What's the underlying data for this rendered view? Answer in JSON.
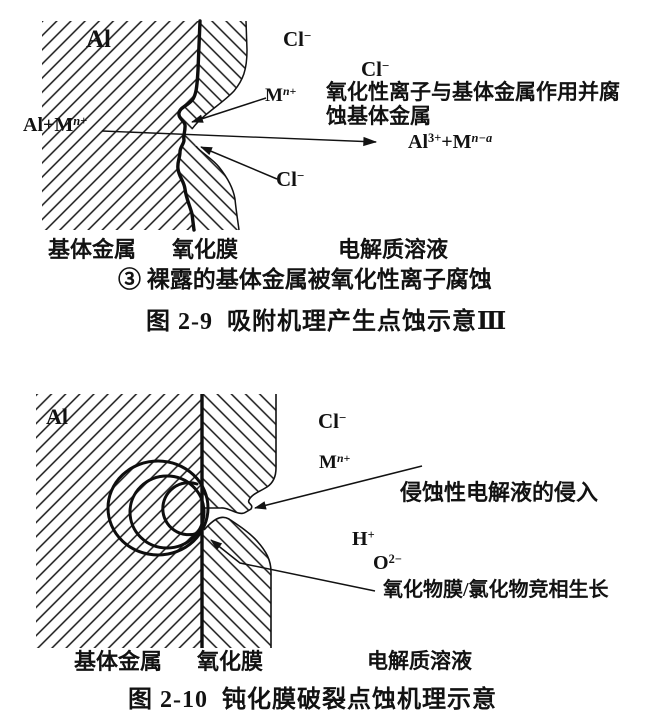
{
  "colors": {
    "ink": "#121212",
    "paper": "#ffffff"
  },
  "chem": {
    "cl": {
      "b": "Cl",
      "s": "−"
    },
    "mn": {
      "b": "M",
      "s": "n+"
    },
    "al_mn": {
      "b": "Al+M",
      "s": "n+"
    },
    "al3_mna": {
      "t1": "Al",
      "s1": "3+",
      "t2": "+M",
      "s2": "n−a"
    },
    "h": {
      "b": "H",
      "s": "+"
    },
    "o2": {
      "b": "O",
      "s": "2−"
    }
  },
  "figure1": {
    "material_label": "Al",
    "annotation_line1": "氧化性离子与基体金属作用并腐",
    "annotation_line2": "蚀基体金属",
    "zone_metal": "基体金属",
    "zone_film": "氧化膜",
    "zone_electrolyte": "电解质溶液",
    "step_caption": "③ 裸露的基体金属被氧化性离子腐蚀",
    "title": "图 2-9  吸附机理产生点蚀示意Ⅲ"
  },
  "figure2": {
    "material_label": "Al",
    "annotation_ingress": "侵蚀性电解液的侵入",
    "annotation_growth": "氧化物膜/氯化物竞相生长",
    "zone_metal": "基体金属",
    "zone_film": "氧化膜",
    "zone_electrolyte": "电解质溶液",
    "title": "图 2-10  钝化膜破裂点蚀机理示意"
  }
}
